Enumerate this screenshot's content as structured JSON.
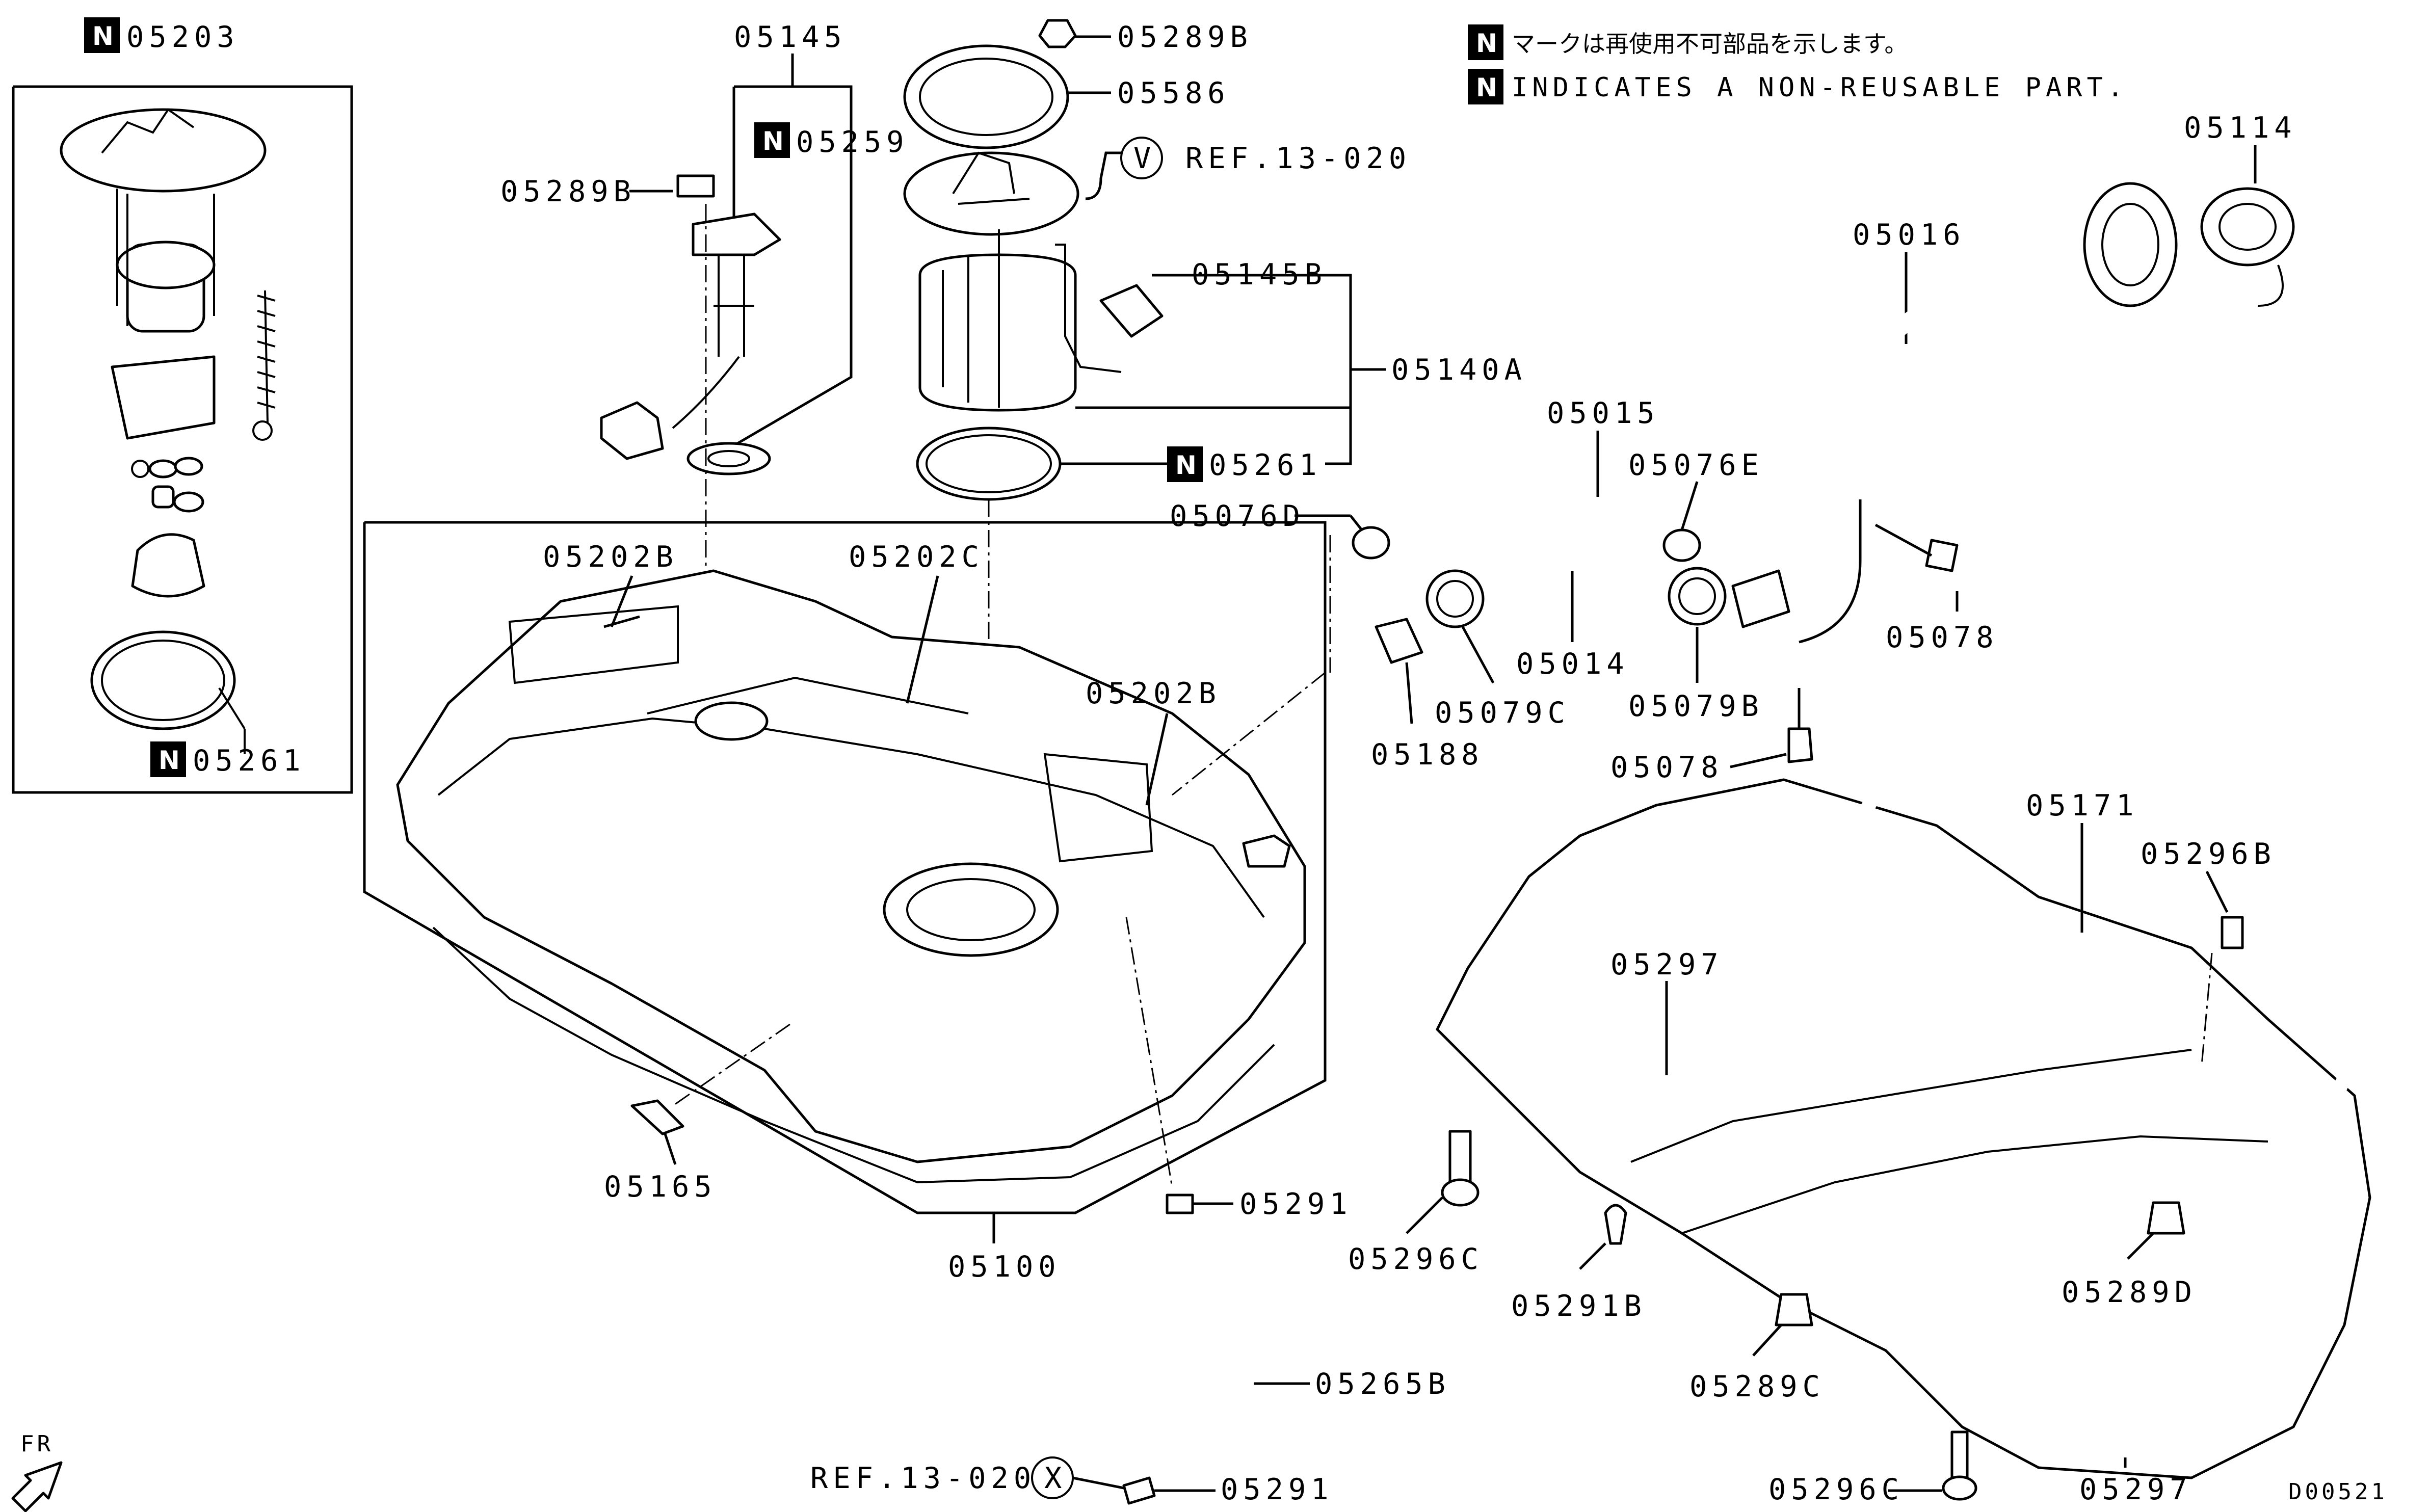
{
  "notes": {
    "jp": "マークは再使用不可部品を示します。",
    "en": "INDICATES A NON-REUSABLE PART.",
    "marker": "N"
  },
  "callouts": {
    "c05203": "05203",
    "c05145": "05145",
    "c05259": "05259",
    "c05289B_top": "05289B",
    "c05289B_left": "05289B",
    "c05586": "05586",
    "refV": "REF.13-020",
    "refV_circle": "V",
    "c05145B": "05145B",
    "c05140A": "05140A",
    "c05261_mid": "05261",
    "c05261_left": "05261",
    "c05114": "05114",
    "c05016": "05016",
    "c05015": "05015",
    "c05076E": "05076E",
    "c05076D": "05076D",
    "c05014": "05014",
    "c05079C": "05079C",
    "c05079B": "05079B",
    "c05188": "05188",
    "c05078_right": "05078",
    "c05078_low": "05078",
    "c05202B_left": "05202B",
    "c05202C": "05202C",
    "c05202B_right": "05202B",
    "c05171": "05171",
    "c05296B": "05296B",
    "c05297_top": "05297",
    "c05297_bottom": "05297",
    "c05165": "05165",
    "c05100": "05100",
    "c05291_mid": "05291",
    "c05291_low": "05291",
    "c05296C_left": "05296C",
    "c05296C_low": "05296C",
    "c05291B": "05291B",
    "c05289C": "05289C",
    "c05289D": "05289D",
    "c05265B": "05265B",
    "refX": "REF.13-020",
    "refX_circle": "X",
    "fr": "FR",
    "drawing_id": "D00521"
  }
}
